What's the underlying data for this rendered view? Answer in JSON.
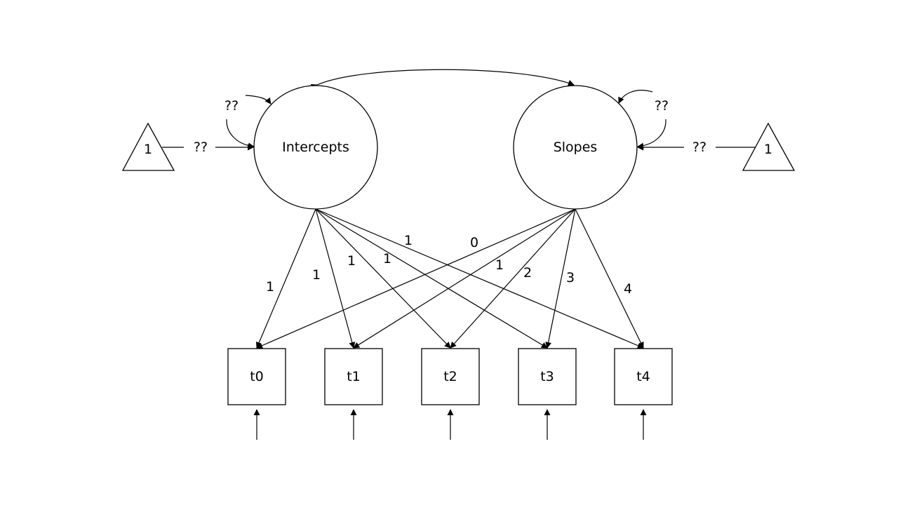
{
  "diagram": {
    "type": "latent growth curve path diagram",
    "latent_factors": [
      {
        "id": "intercepts",
        "label": "Intercepts",
        "variance_label": "??",
        "mean_label": "??"
      },
      {
        "id": "slopes",
        "label": "Slopes",
        "variance_label": "??",
        "mean_label": "??"
      }
    ],
    "constants": [
      {
        "id": "const-left",
        "label": "1",
        "target": "intercepts"
      },
      {
        "id": "const-right",
        "label": "1",
        "target": "slopes"
      }
    ],
    "factor_covariance": {
      "from": "intercepts",
      "to": "slopes",
      "label": ""
    },
    "observed": [
      {
        "id": "t0",
        "label": "t0"
      },
      {
        "id": "t1",
        "label": "t1"
      },
      {
        "id": "t2",
        "label": "t2"
      },
      {
        "id": "t3",
        "label": "t3"
      },
      {
        "id": "t4",
        "label": "t4"
      }
    ],
    "loadings": {
      "intercepts": [
        "1",
        "1",
        "1",
        "1",
        "1"
      ],
      "slopes": [
        "0",
        "1",
        "2",
        "3",
        "4"
      ]
    },
    "residual_arrows": [
      "t0",
      "t1",
      "t2",
      "t3",
      "t4"
    ]
  }
}
